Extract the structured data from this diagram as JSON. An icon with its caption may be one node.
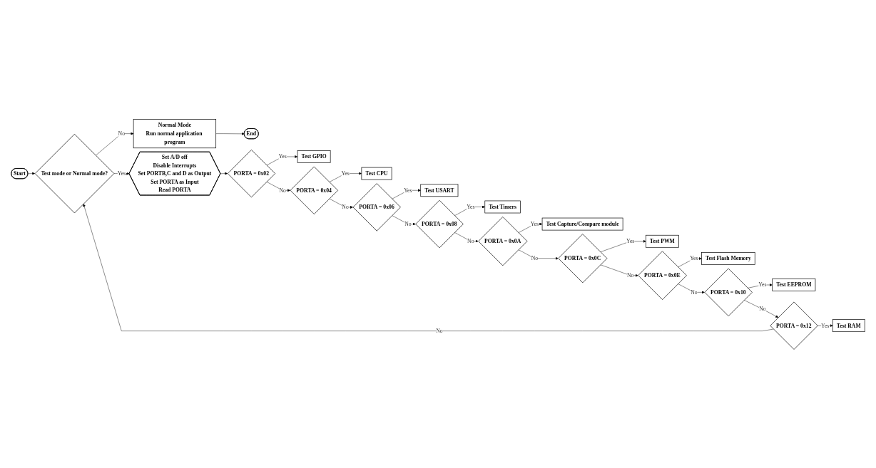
{
  "diagram": {
    "nodes": [
      {
        "text": [
          "Start"
        ]
      },
      {
        "text": [
          "Test mode or Normal mode?"
        ]
      },
      {
        "text": [
          "Normal Mode",
          "Run normal application program"
        ]
      },
      {
        "text": [
          "End"
        ]
      },
      {
        "text": [
          "Set A/D off",
          "Disable Interrupts",
          "Set PORTB,C and D as Output",
          "Set PORTA as Input",
          "Read PORTA"
        ]
      },
      {
        "text": [
          "PORTA = 0x02"
        ]
      },
      {
        "text": [
          "Test GPIO"
        ]
      },
      {
        "text": [
          "PORTA = 0x04"
        ]
      },
      {
        "text": [
          "Test CPU"
        ]
      },
      {
        "text": [
          "PORTA = 0x06"
        ]
      },
      {
        "text": [
          "Test USART"
        ]
      },
      {
        "text": [
          "PORTA = 0x08"
        ]
      },
      {
        "text": [
          "Test Timers"
        ]
      },
      {
        "text": [
          "PORTA = 0x0A"
        ]
      },
      {
        "text": [
          "Test Capture/Compare module"
        ]
      },
      {
        "text": [
          "PORTA = 0x0C"
        ]
      },
      {
        "text": [
          "Test PWM"
        ]
      },
      {
        "text": [
          "PORTA = 0x0E"
        ]
      },
      {
        "text": [
          "Test Flash Memory"
        ]
      },
      {
        "text": [
          "PORTA = 0x10"
        ]
      },
      {
        "text": [
          "Test EEPROM"
        ]
      },
      {
        "text": [
          "PORTA = 0x12"
        ]
      },
      {
        "text": [
          "Test RAM"
        ]
      }
    ],
    "edges": [
      {
        "from": 0,
        "to": 1,
        "arrow": "to"
      },
      {
        "from": 1,
        "to": 2,
        "label": "No",
        "arrow": "to"
      },
      {
        "from": 2,
        "to": 3,
        "arrow": "to"
      },
      {
        "from": 1,
        "to": 4,
        "label": "Yes",
        "arrow": "to"
      },
      {
        "from": 4,
        "to": 5,
        "arrow": "to"
      },
      {
        "from": 5,
        "to": 6,
        "label": "Yes",
        "arrow": "to"
      },
      {
        "from": 5,
        "to": 7,
        "label": "No",
        "arrow": "to"
      },
      {
        "from": 7,
        "to": 8,
        "label": "Yes",
        "arrow": "to"
      },
      {
        "from": 7,
        "to": 9,
        "label": "No",
        "arrow": "to"
      },
      {
        "from": 9,
        "to": 10,
        "label": "Yes",
        "arrow": "to"
      },
      {
        "from": 9,
        "to": 11,
        "label": "No",
        "arrow": "to"
      },
      {
        "from": 11,
        "to": 12,
        "label": "Yes",
        "arrow": "to"
      },
      {
        "from": 11,
        "to": 13,
        "label": "No",
        "arrow": "to"
      },
      {
        "from": 13,
        "to": 14,
        "label": "Yes",
        "arrow": "to"
      },
      {
        "from": 13,
        "to": 15,
        "label": "No",
        "arrow": "to"
      },
      {
        "from": 15,
        "to": 16,
        "label": "Yes",
        "arrow": "to"
      },
      {
        "from": 15,
        "to": 17,
        "label": "No",
        "arrow": "to"
      },
      {
        "from": 17,
        "to": 18,
        "label": "Yes",
        "arrow": "to"
      },
      {
        "from": 17,
        "to": 19,
        "label": "No",
        "arrow": "to"
      },
      {
        "from": 19,
        "to": 20,
        "label": "Yes",
        "arrow": "to"
      },
      {
        "from": 19,
        "to": 21,
        "label": "No",
        "arrow": "to"
      },
      {
        "from": 21,
        "to": 22,
        "label": "Yes",
        "arrow": "to"
      },
      {
        "from": 21,
        "to": 1,
        "label": "No",
        "arrow": "to"
      }
    ]
  }
}
